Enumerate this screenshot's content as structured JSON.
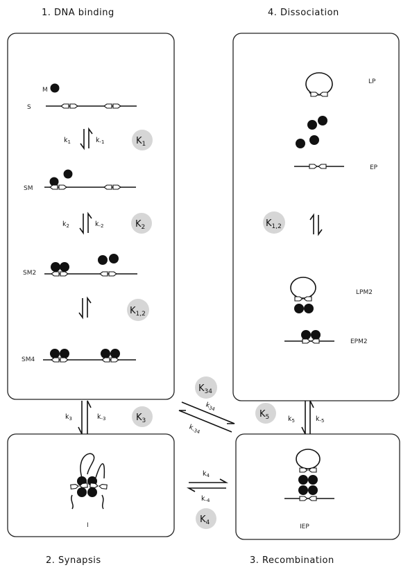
{
  "stages": {
    "s1": "1.  DNA binding",
    "s2": "2.  Synapsis",
    "s3": "3.  Recombination",
    "s4": "4.  Dissociation"
  },
  "labels": {
    "m": "M",
    "s": "S",
    "sm": "SM",
    "sm2": "SM2",
    "sm4": "SM4",
    "lp": "LP",
    "ep": "EP",
    "lpm2": "LPM2",
    "epm2": "EPM2",
    "i": "I",
    "iep": "IEP"
  },
  "rates": {
    "k1": "k",
    "k1_sub": "1",
    "km1": "k",
    "km1_sub": "-1",
    "k2": "k",
    "k2_sub": "2",
    "km2": "k",
    "km2_sub": "-2",
    "k3": "k",
    "k3_sub": "3",
    "km3": "k",
    "km3_sub": "-3",
    "k34": "k",
    "k34_sub": "34",
    "km34": "k",
    "km34_sub": "-34",
    "k4": "k",
    "k4_sub": "4",
    "km4": "k",
    "km4_sub": "-4",
    "k5": "k",
    "k5_sub": "5",
    "km5": "k",
    "km5_sub": "-5"
  },
  "constants": {
    "K1": "K",
    "K1_sub": "1",
    "K2": "K",
    "K2_sub": "2",
    "K12a": "K",
    "K12a_sub": "1,2",
    "K12b": "K",
    "K12b_sub": "1,2",
    "K3": "K",
    "K3_sub": "3",
    "K34": "K",
    "K34_sub": "34",
    "K4": "K",
    "K4_sub": "4",
    "K5": "K",
    "K5_sub": "5"
  },
  "colors": {
    "ink": "#111111",
    "badge": "#d6d6d6",
    "panel_bg": "#ffffff"
  }
}
